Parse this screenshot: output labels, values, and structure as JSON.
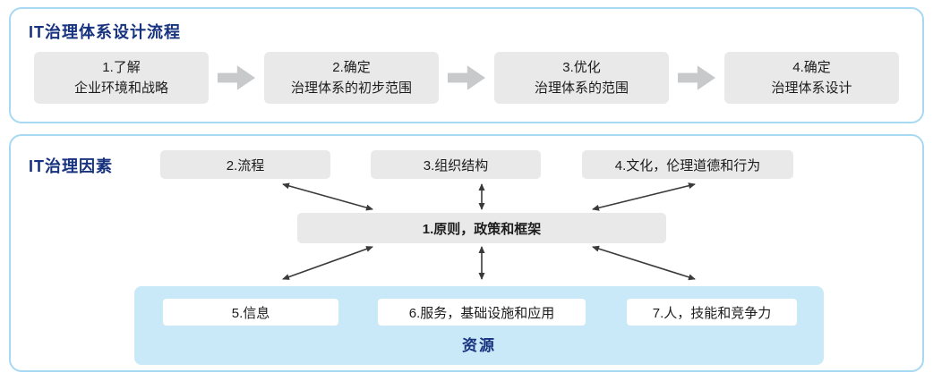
{
  "process": {
    "title": "IT治理体系设计流程",
    "steps": [
      {
        "line1": "1.了解",
        "line2": "企业环境和战略"
      },
      {
        "line1": "2.确定",
        "line2": "治理体系的初步范围"
      },
      {
        "line1": "3.优化",
        "line2": "治理体系的范围"
      },
      {
        "line1": "4.确定",
        "line2": "治理体系设计"
      }
    ]
  },
  "factors": {
    "title": "IT治理因素",
    "top_items": [
      "2.流程",
      "3.组织结构",
      "4.文化，伦理道德和行为"
    ],
    "center_item": "1.原则，政策和框架",
    "resources": {
      "items": [
        "5.信息",
        "6.服务，基础设施和应用",
        "7.人，技能和竞争力"
      ],
      "label": "资源"
    }
  },
  "colors": {
    "panel_border": "#a8d9f3",
    "title_text": "#17327e",
    "box_gray": "#e9e9e9",
    "flow_arrow": "#c7c9cb",
    "resource_bg": "#c9e8f8",
    "connector_arrow": "#3a3a3a"
  }
}
